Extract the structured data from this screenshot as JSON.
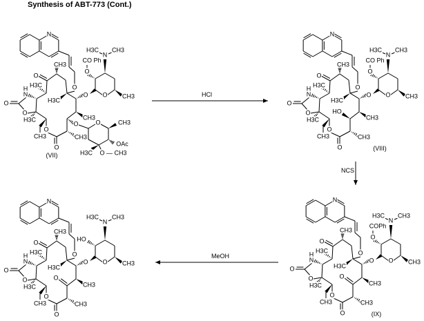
{
  "title": "Synthesis of ABT-773 (Cont.)",
  "reactions": [
    {
      "id": "step1",
      "reagent": "HCl"
    },
    {
      "id": "step2",
      "reagent": "NCS"
    },
    {
      "id": "step3",
      "reagent": "MeOH"
    }
  ],
  "common_atoms": {
    "n_quin": "N",
    "o_ether": "O",
    "ch3_top": "CH3",
    "o_ketone": "O",
    "h3c_a": "H3C",
    "nh": "N",
    "h_nh": "H",
    "o_carb": "O",
    "o_ring5": "O",
    "h3c_b": "H3C",
    "ch3_ethyl": "CH3",
    "o_lactone": "O",
    "o_lactone_co": "O",
    "h3c_q": "H3C",
    "o_glyc": "O",
    "o_des": "O",
    "ch3_des": "CH3",
    "nme2_n": "N",
    "nme2_h3c": "H3C",
    "nme2_ch3": "CH3",
    "ch3_c8": "CH3",
    "ch3_c2": "CH3"
  },
  "molecules": [
    {
      "id": "VII",
      "label": "(VII)",
      "variant": "cladinose",
      "atoms": {
        "o_c2p": "O",
        "coph": "CO Ph",
        "o_c3": "O",
        "o_clad": "O",
        "ch3_clad": "CH3",
        "oac": "OAc",
        "ome": "O — CH3",
        "h3c_clad": "H3C"
      }
    },
    {
      "id": "VIII",
      "label": "(VIII)",
      "variant": "hydroxy",
      "atoms": {
        "o_c2p": "O",
        "coph": "CO Ph",
        "ho_c3": "HO"
      }
    },
    {
      "id": "IX",
      "label": "(IX)",
      "variant": "ketone",
      "atoms": {
        "o_c2p": "O",
        "coph": "COPh",
        "o_c3k": "O"
      }
    },
    {
      "id": "X",
      "label": "",
      "variant": "ketone-free",
      "atoms": {
        "ho_c2p": "HO",
        "o_c3k": "O"
      }
    }
  ]
}
